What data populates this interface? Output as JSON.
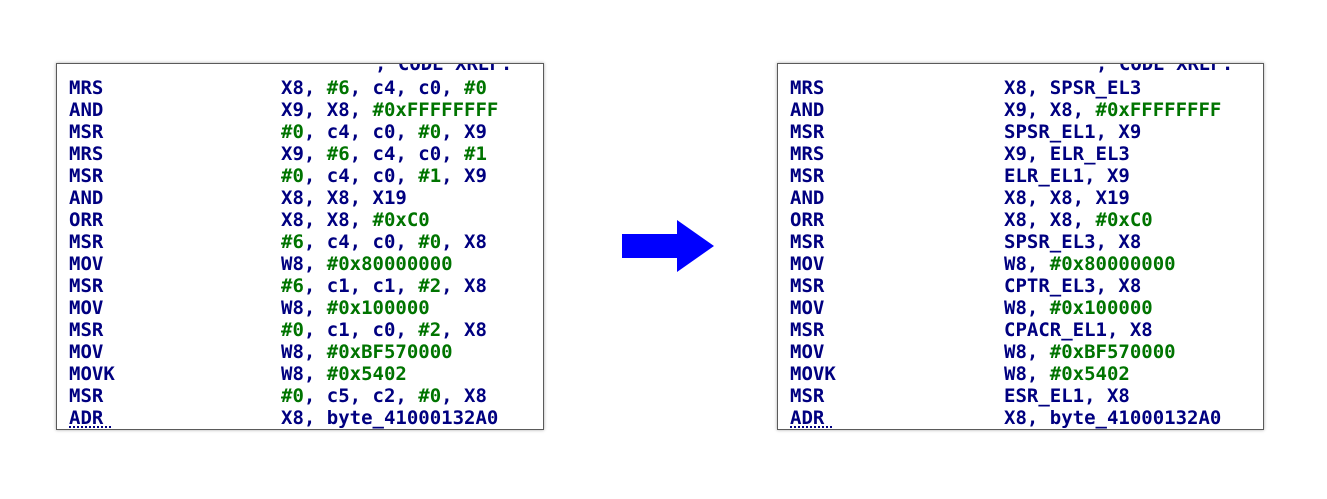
{
  "colors": {
    "text": "#000080",
    "number": "#007400",
    "arrow": "#0000ff",
    "border": "#5a5a5a"
  },
  "left_panel": {
    "cut_top_text": ", CODE XREF:",
    "rows": [
      {
        "mnemonic": "MRS",
        "operands": [
          {
            "t": "X8, "
          },
          {
            "t": "#6",
            "n": true
          },
          {
            "t": ", c4, c0, "
          },
          {
            "t": "#0",
            "n": true
          }
        ]
      },
      {
        "mnemonic": "AND",
        "operands": [
          {
            "t": "X9, X8, "
          },
          {
            "t": "#0xFFFFFFFF",
            "n": true
          }
        ]
      },
      {
        "mnemonic": "MSR",
        "operands": [
          {
            "t": "#0",
            "n": true
          },
          {
            "t": ", c4, c0, "
          },
          {
            "t": "#0",
            "n": true
          },
          {
            "t": ", X9"
          }
        ]
      },
      {
        "mnemonic": "MRS",
        "operands": [
          {
            "t": "X9, "
          },
          {
            "t": "#6",
            "n": true
          },
          {
            "t": ", c4, c0, "
          },
          {
            "t": "#1",
            "n": true
          }
        ]
      },
      {
        "mnemonic": "MSR",
        "operands": [
          {
            "t": "#0",
            "n": true
          },
          {
            "t": ", c4, c0, "
          },
          {
            "t": "#1",
            "n": true
          },
          {
            "t": ", X9"
          }
        ]
      },
      {
        "mnemonic": "AND",
        "operands": [
          {
            "t": "X8, X8, X19"
          }
        ]
      },
      {
        "mnemonic": "ORR",
        "operands": [
          {
            "t": "X8, X8, "
          },
          {
            "t": "#0xC0",
            "n": true
          }
        ]
      },
      {
        "mnemonic": "MSR",
        "operands": [
          {
            "t": "#6",
            "n": true
          },
          {
            "t": ", c4, c0, "
          },
          {
            "t": "#0",
            "n": true
          },
          {
            "t": ", X8"
          }
        ]
      },
      {
        "mnemonic": "MOV",
        "operands": [
          {
            "t": "W8, "
          },
          {
            "t": "#0x80000000",
            "n": true
          }
        ]
      },
      {
        "mnemonic": "MSR",
        "operands": [
          {
            "t": "#6",
            "n": true
          },
          {
            "t": ", c1, c1, "
          },
          {
            "t": "#2",
            "n": true
          },
          {
            "t": ", X8"
          }
        ]
      },
      {
        "mnemonic": "MOV",
        "operands": [
          {
            "t": "W8, "
          },
          {
            "t": "#0x100000",
            "n": true
          }
        ]
      },
      {
        "mnemonic": "MSR",
        "operands": [
          {
            "t": "#0",
            "n": true
          },
          {
            "t": ", c1, c0, "
          },
          {
            "t": "#2",
            "n": true
          },
          {
            "t": ", X8"
          }
        ]
      },
      {
        "mnemonic": "MOV",
        "operands": [
          {
            "t": "W8, "
          },
          {
            "t": "#0xBF570000",
            "n": true
          }
        ]
      },
      {
        "mnemonic": "MOVK",
        "operands": [
          {
            "t": "W8, "
          },
          {
            "t": "#0x5402",
            "n": true
          }
        ]
      },
      {
        "mnemonic": "MSR",
        "operands": [
          {
            "t": "#0",
            "n": true
          },
          {
            "t": ", c5, c2, "
          },
          {
            "t": "#0",
            "n": true
          },
          {
            "t": ", X8"
          }
        ]
      },
      {
        "mnemonic": "ADR",
        "operands": [
          {
            "t": "X8, byte_41000132A0"
          }
        ]
      }
    ]
  },
  "right_panel": {
    "cut_top_text": ", CODE XREF:",
    "rows": [
      {
        "mnemonic": "MRS",
        "operands": [
          {
            "t": "X8, SPSR_EL3"
          }
        ]
      },
      {
        "mnemonic": "AND",
        "operands": [
          {
            "t": "X9, X8, "
          },
          {
            "t": "#0xFFFFFFFF",
            "n": true
          }
        ]
      },
      {
        "mnemonic": "MSR",
        "operands": [
          {
            "t": "SPSR_EL1, X9"
          }
        ]
      },
      {
        "mnemonic": "MRS",
        "operands": [
          {
            "t": "X9, ELR_EL3"
          }
        ]
      },
      {
        "mnemonic": "MSR",
        "operands": [
          {
            "t": "ELR_EL1, X9"
          }
        ]
      },
      {
        "mnemonic": "AND",
        "operands": [
          {
            "t": "X8, X8, X19"
          }
        ]
      },
      {
        "mnemonic": "ORR",
        "operands": [
          {
            "t": "X8, X8, "
          },
          {
            "t": "#0xC0",
            "n": true
          }
        ]
      },
      {
        "mnemonic": "MSR",
        "operands": [
          {
            "t": "SPSR_EL3, X8"
          }
        ]
      },
      {
        "mnemonic": "MOV",
        "operands": [
          {
            "t": "W8, "
          },
          {
            "t": "#0x80000000",
            "n": true
          }
        ]
      },
      {
        "mnemonic": "MSR",
        "operands": [
          {
            "t": "CPTR_EL3, X8"
          }
        ]
      },
      {
        "mnemonic": "MOV",
        "operands": [
          {
            "t": "W8, "
          },
          {
            "t": "#0x100000",
            "n": true
          }
        ]
      },
      {
        "mnemonic": "MSR",
        "operands": [
          {
            "t": "CPACR_EL1, X8"
          }
        ]
      },
      {
        "mnemonic": "MOV",
        "operands": [
          {
            "t": "W8, "
          },
          {
            "t": "#0xBF570000",
            "n": true
          }
        ]
      },
      {
        "mnemonic": "MOVK",
        "operands": [
          {
            "t": "W8, "
          },
          {
            "t": "#0x5402",
            "n": true
          }
        ]
      },
      {
        "mnemonic": "MSR",
        "operands": [
          {
            "t": "ESR_EL1, X8"
          }
        ]
      },
      {
        "mnemonic": "ADR",
        "operands": [
          {
            "t": "X8, byte_41000132A0"
          }
        ]
      }
    ]
  },
  "arrow_icon": "right-arrow-icon"
}
